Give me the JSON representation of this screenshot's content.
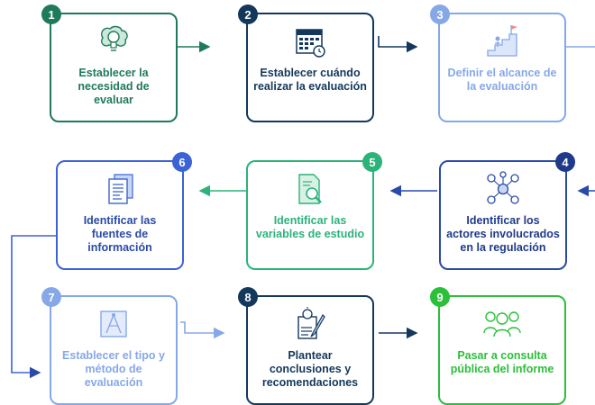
{
  "steps": [
    {
      "number": "1",
      "label": "Establecer la necesidad de evaluar",
      "color": "#1f7a5a",
      "text_color": "#1f7a5a",
      "icon": "lightbulb-brain-icon"
    },
    {
      "number": "2",
      "label": "Establecer cuándo realizar la evaluación",
      "color": "#14385c",
      "text_color": "#14385c",
      "icon": "calendar-clock-icon"
    },
    {
      "number": "3",
      "label": "Definir el alcance de la evaluación",
      "color": "#86a8e8",
      "text_color": "#86a8e8",
      "icon": "stairs-flag-icon"
    },
    {
      "number": "4",
      "label": "Identificar los actores involucrados en la regulación",
      "color": "#2a4aa8",
      "text_color": "#1f3a8a",
      "icon": "network-people-icon"
    },
    {
      "number": "5",
      "label": "Identificar las variables de estudio",
      "color": "#2bb37a",
      "text_color": "#2bb37a",
      "icon": "document-search-icon"
    },
    {
      "number": "6",
      "label": "Identificar las fuentes de información",
      "color": "#3b63d6",
      "text_color": "#2a4aa8",
      "icon": "documents-icon"
    },
    {
      "number": "7",
      "label": "Establecer el tipo y método de evaluación",
      "color": "#86a8e8",
      "text_color": "#86a8e8",
      "icon": "blueprint-icon"
    },
    {
      "number": "8",
      "label": "Plantear conclusiones y recomendaciones",
      "color": "#14385c",
      "text_color": "#14385c",
      "icon": "lightbulb-pencil-icon"
    },
    {
      "number": "9",
      "label": "Pasar a consulta pública del informe",
      "color": "#2bbf3a",
      "text_color": "#2bbf3a",
      "icon": "group-people-icon"
    }
  ]
}
